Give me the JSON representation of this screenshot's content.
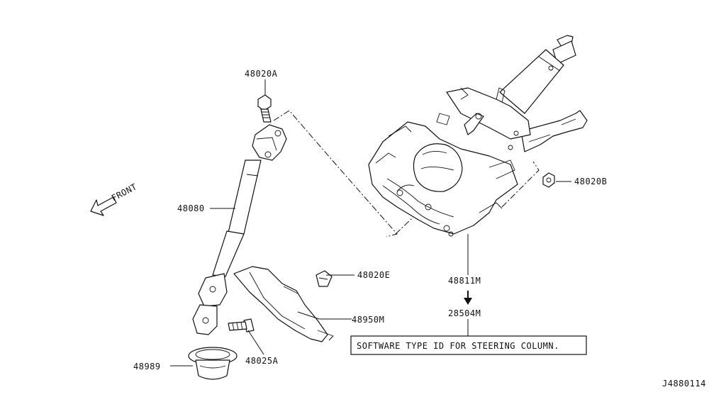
{
  "parts": {
    "bolt_top": "48020A",
    "intermediate_shaft": "48080",
    "nut_right": "48020B",
    "clip": "48020E",
    "cover": "48950M",
    "column_assembly": "48811M",
    "software_part": "28504M",
    "bolt_lower": "48025A",
    "boot": "48989"
  },
  "front_label": "FRONT",
  "note_box": "SOFTWARE TYPE ID FOR STEERING COLUMN.",
  "diagram_id": "J4880114",
  "icons": {
    "front_arrow": "front-arrow-icon",
    "down_arrow": "down-arrow-icon"
  }
}
